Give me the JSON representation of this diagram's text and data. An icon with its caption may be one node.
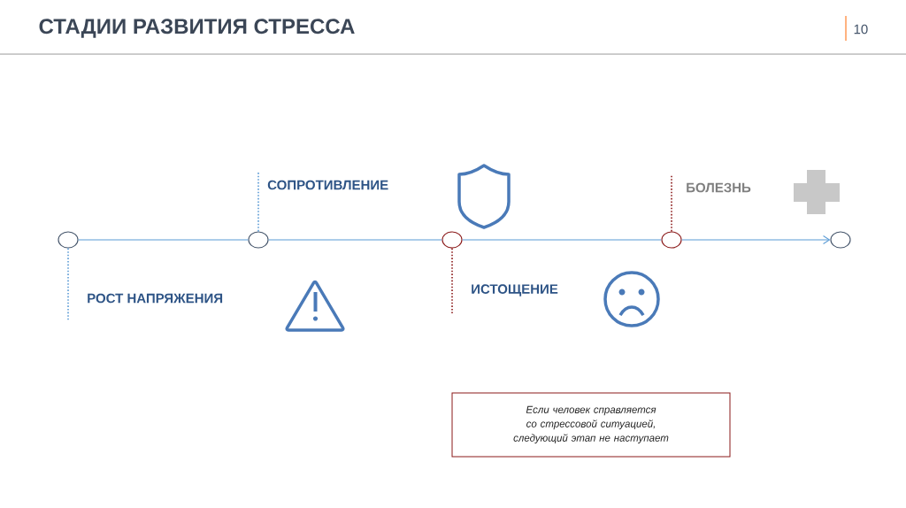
{
  "diagram": {
    "title": "СТАДИИ РАЗВИТИЯ СТРЕССА",
    "nodes": [
      {
        "text": [],
        "shape": "circle"
      },
      {
        "text": [],
        "shape": "circle"
      },
      {
        "text": [],
        "shape": "circle"
      },
      {
        "text": [],
        "shape": "circle"
      },
      {
        "text": [],
        "shape": "circle"
      },
      {
        "text": [
          "РОСТ НАПРЯЖЕНИЯ"
        ]
      },
      {
        "text": [
          "СОПРОТИВЛЕНИЕ"
        ]
      },
      {
        "text": [
          "ИСТОЩЕНИЕ"
        ]
      },
      {
        "text": [
          "БОЛЕЗНЬ"
        ]
      },
      {
        "text": [
          "Если человек справляется со стрессовой ситуацией, следующий этап не наступает"
        ]
      }
    ],
    "edges": [
      {
        "from": 0,
        "to": 1,
        "arrow": "none"
      },
      {
        "from": 1,
        "to": 2,
        "arrow": "none"
      },
      {
        "from": 2,
        "to": 3,
        "arrow": "none"
      },
      {
        "from": 3,
        "to": 4,
        "arrow": "to"
      },
      {
        "from": 0,
        "to": 5,
        "arrow": "none",
        "style": "dashed"
      },
      {
        "from": 1,
        "to": 6,
        "arrow": "none",
        "style": "dashed"
      },
      {
        "from": 2,
        "to": 7,
        "arrow": "none",
        "style": "dashed",
        "color": "#8b1a1a"
      },
      {
        "from": 3,
        "to": 8,
        "arrow": "none",
        "style": "dashed",
        "color": "#8b1a1a"
      }
    ],
    "labels": [
      "10"
    ]
  }
}
